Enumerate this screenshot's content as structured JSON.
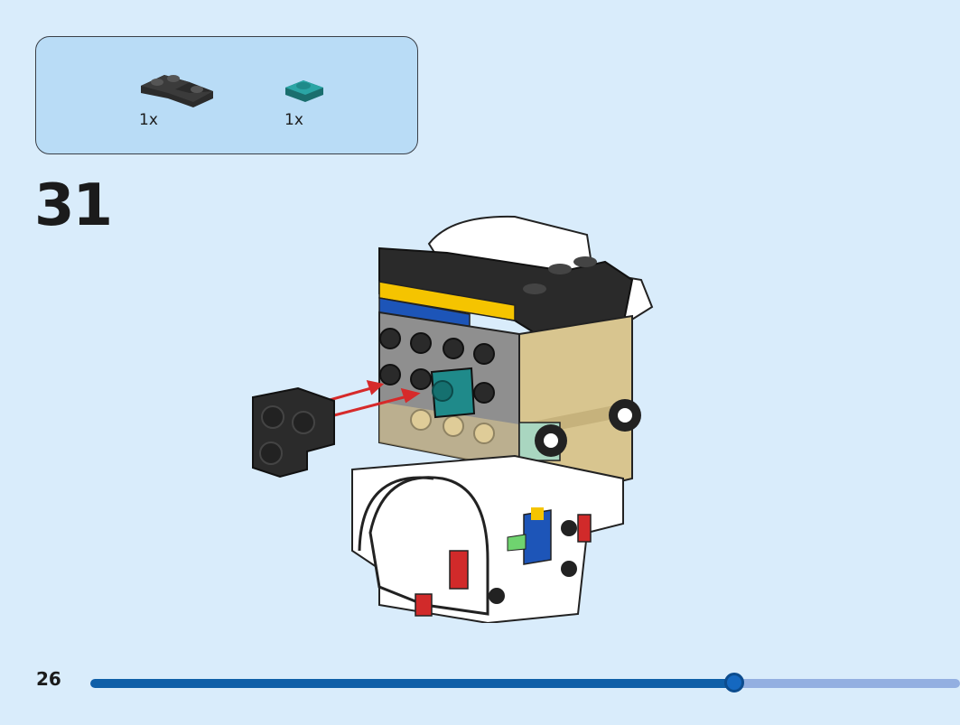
{
  "parts_list": [
    {
      "name": "black-corner-plate-icon",
      "quantity_label": "1x",
      "color": "#2b2b2b"
    },
    {
      "name": "teal-round-plate-icon",
      "quantity_label": "1x",
      "color": "#1f8a8a"
    }
  ],
  "step": {
    "number": "31"
  },
  "page": {
    "number": "26"
  },
  "progress": {
    "fraction": 0.74
  },
  "colors": {
    "background": "#d9ecfb",
    "parts_box": "#b9dcf6",
    "progress_fill": "#0f5fa8",
    "progress_track": "#93afe1",
    "arrow": "#d62a2a"
  }
}
